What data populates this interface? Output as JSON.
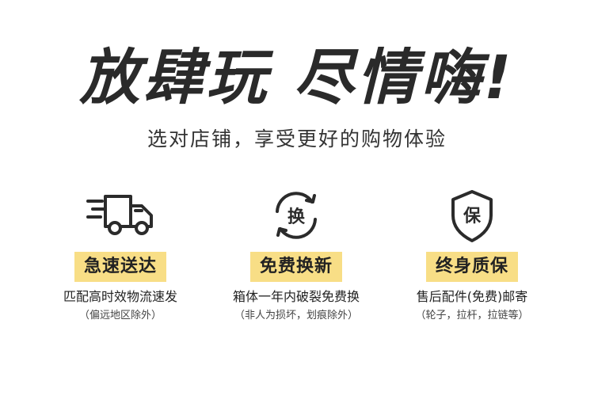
{
  "headline": "放肆玩 尽情嗨!",
  "subline": "选对店铺，享受更好的购物体验",
  "colors": {
    "highlight": "#f8de86",
    "text": "#2b2b2b"
  },
  "features": [
    {
      "icon": "delivery-truck-icon",
      "label": "急速送达",
      "desc": "匹配高时效物流速发",
      "note": "（偏远地区除外）"
    },
    {
      "icon": "exchange-icon",
      "icon_text": "换",
      "label": "免费换新",
      "desc": "箱体一年内破裂免费换",
      "note": "（非人为损坏，划痕除外）"
    },
    {
      "icon": "shield-icon",
      "icon_text": "保",
      "label": "终身质保",
      "desc": "售后配件(免费)邮寄",
      "note": "（轮子，拉杆，拉链等）"
    }
  ]
}
